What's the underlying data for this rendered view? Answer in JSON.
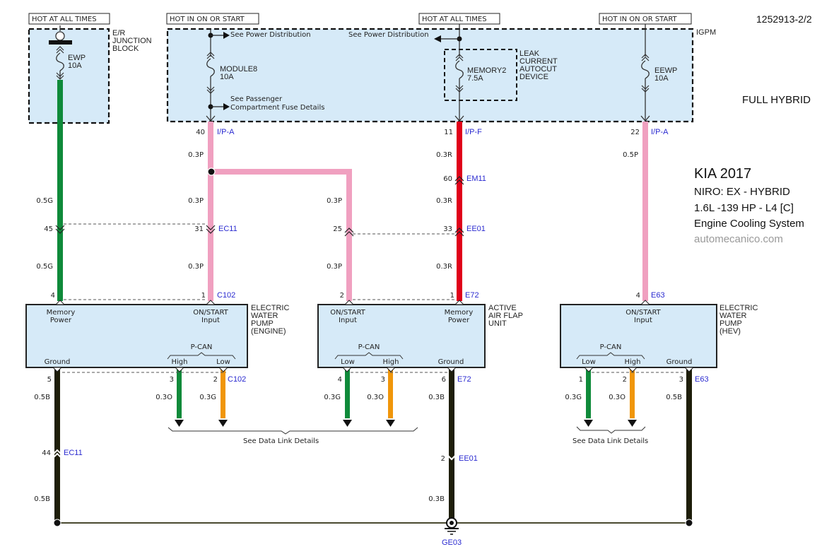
{
  "diagram": {
    "reference_code": "1252913-2/2",
    "variant": "FULL HYBRID",
    "vehicle": {
      "make_year": "KIA 2017",
      "model": "NIRO: EX - HYBRID",
      "engine": "1.6L -139 HP - L4 [C]",
      "system": "Engine Cooling System",
      "website": "automecanico.com"
    },
    "power_headers": [
      {
        "id": "h1",
        "label": "HOT AT ALL TIMES"
      },
      {
        "id": "h2",
        "label": "HOT IN ON OR START"
      },
      {
        "id": "h3",
        "label": "HOT AT ALL TIMES"
      },
      {
        "id": "h4",
        "label": "HOT IN ON OR START"
      }
    ],
    "boxes": {
      "er_junction": [
        "E/R",
        "JUNCTION",
        "BLOCK"
      ],
      "igpm": "IGPM",
      "leak_current": [
        "LEAK",
        "CURRENT",
        "AUTOCUT",
        "DEVICE"
      ]
    },
    "fuses": [
      {
        "name": "EWP",
        "rating": "10A"
      },
      {
        "name": "MODULE8",
        "rating": "10A"
      },
      {
        "name": "MEMORY2",
        "rating": "7.5A"
      },
      {
        "name": "EEWP",
        "rating": "10A"
      }
    ],
    "references": {
      "power_dist_1": "See Power Distribution",
      "power_dist_2": "See Power Distribution",
      "passenger_fuse": [
        "See Passenger",
        "Compartment Fuse Details"
      ],
      "data_link_1": "See Data Link Details",
      "data_link_2": "See Data Link Details"
    },
    "connectors": {
      "ipa_left": {
        "pin": "40",
        "name": "I/P-A"
      },
      "ipf": {
        "pin": "11",
        "name": "I/P-F"
      },
      "ipa_right": {
        "pin": "22",
        "name": "I/P-A"
      },
      "em11": {
        "pin": "60",
        "name": "EM11"
      },
      "ec11_a": {
        "pin_left": "45",
        "pin_right": "31",
        "name": "EC11"
      },
      "ee01_a": {
        "pin_left": "25",
        "pin_right": "33",
        "name": "EE01"
      },
      "c102_top": {
        "pin_left": "4",
        "pin_right": "1",
        "name": "C102"
      },
      "e72_top": {
        "pin_left": "2",
        "pin_right": "1",
        "name": "E72"
      },
      "e63_top": {
        "pin": "4",
        "name": "E63"
      },
      "c102_bottom": {
        "pins": [
          "5",
          "3",
          "2"
        ],
        "name": "C102"
      },
      "e72_bottom": {
        "pins": [
          "4",
          "3",
          "6"
        ],
        "name": "E72"
      },
      "e63_bottom": {
        "pins": [
          "1",
          "2",
          "3"
        ],
        "name": "E63"
      },
      "ec11_b": {
        "pin": "44",
        "name": "EC11"
      },
      "ee01_b": {
        "pin": "2",
        "name": "EE01"
      },
      "ground": {
        "name": "GE03"
      }
    },
    "wires": {
      "w1_top": "0.5G",
      "w1_mid": "0.5G",
      "w2_a": "0.3P",
      "w2_b": "0.3P",
      "w2_c": "0.3P",
      "w3_a": "0.3P",
      "w3_b": "0.3P",
      "w4_a": "0.3R",
      "w4_b": "0.3R",
      "w4_c": "0.3R",
      "w5_a": "0.5P",
      "gnd1_a": "0.5B",
      "gnd1_b": "0.5B",
      "ewp_high": "0.3O",
      "ewp_low": "0.3G",
      "aaf_low": "0.3G",
      "aaf_high": "0.3O",
      "aaf_gnd": "0.3B",
      "aaf_gnd2": "0.3B",
      "hev_low": "0.3G",
      "hev_high": "0.3O",
      "hev_gnd": "0.5B"
    },
    "components": {
      "ewp_engine": {
        "label": [
          "ELECTRIC",
          "WATER",
          "PUMP",
          "(ENGINE)"
        ],
        "pins": {
          "mem": [
            "Memory",
            "Power"
          ],
          "on": [
            "ON/START",
            "Input"
          ],
          "pcan": "P-CAN",
          "high": "High",
          "low": "Low",
          "gnd": "Ground"
        }
      },
      "active_air_flap": {
        "label": [
          "ACTIVE",
          "AIR FLAP",
          "UNIT"
        ],
        "pins": {
          "on": [
            "ON/START",
            "Input"
          ],
          "mem": [
            "Memory",
            "Power"
          ],
          "pcan": "P-CAN",
          "low": "Low",
          "high": "High",
          "gnd": "Ground"
        }
      },
      "ewp_hev": {
        "label": [
          "ELECTRIC",
          "WATER",
          "PUMP",
          "(HEV)"
        ],
        "pins": {
          "on": [
            "ON/START",
            "Input"
          ],
          "pcan": "P-CAN",
          "low": "Low",
          "high": "High",
          "gnd": "Ground"
        }
      }
    },
    "colors": {
      "green": "#0f8a3a",
      "pink": "#f0a0c0",
      "red": "#e0001a",
      "orange": "#f0960a",
      "black": "#1e1e0a",
      "box_fill": "#d6eaf8",
      "connector_blue": "#2a2ad0"
    }
  }
}
